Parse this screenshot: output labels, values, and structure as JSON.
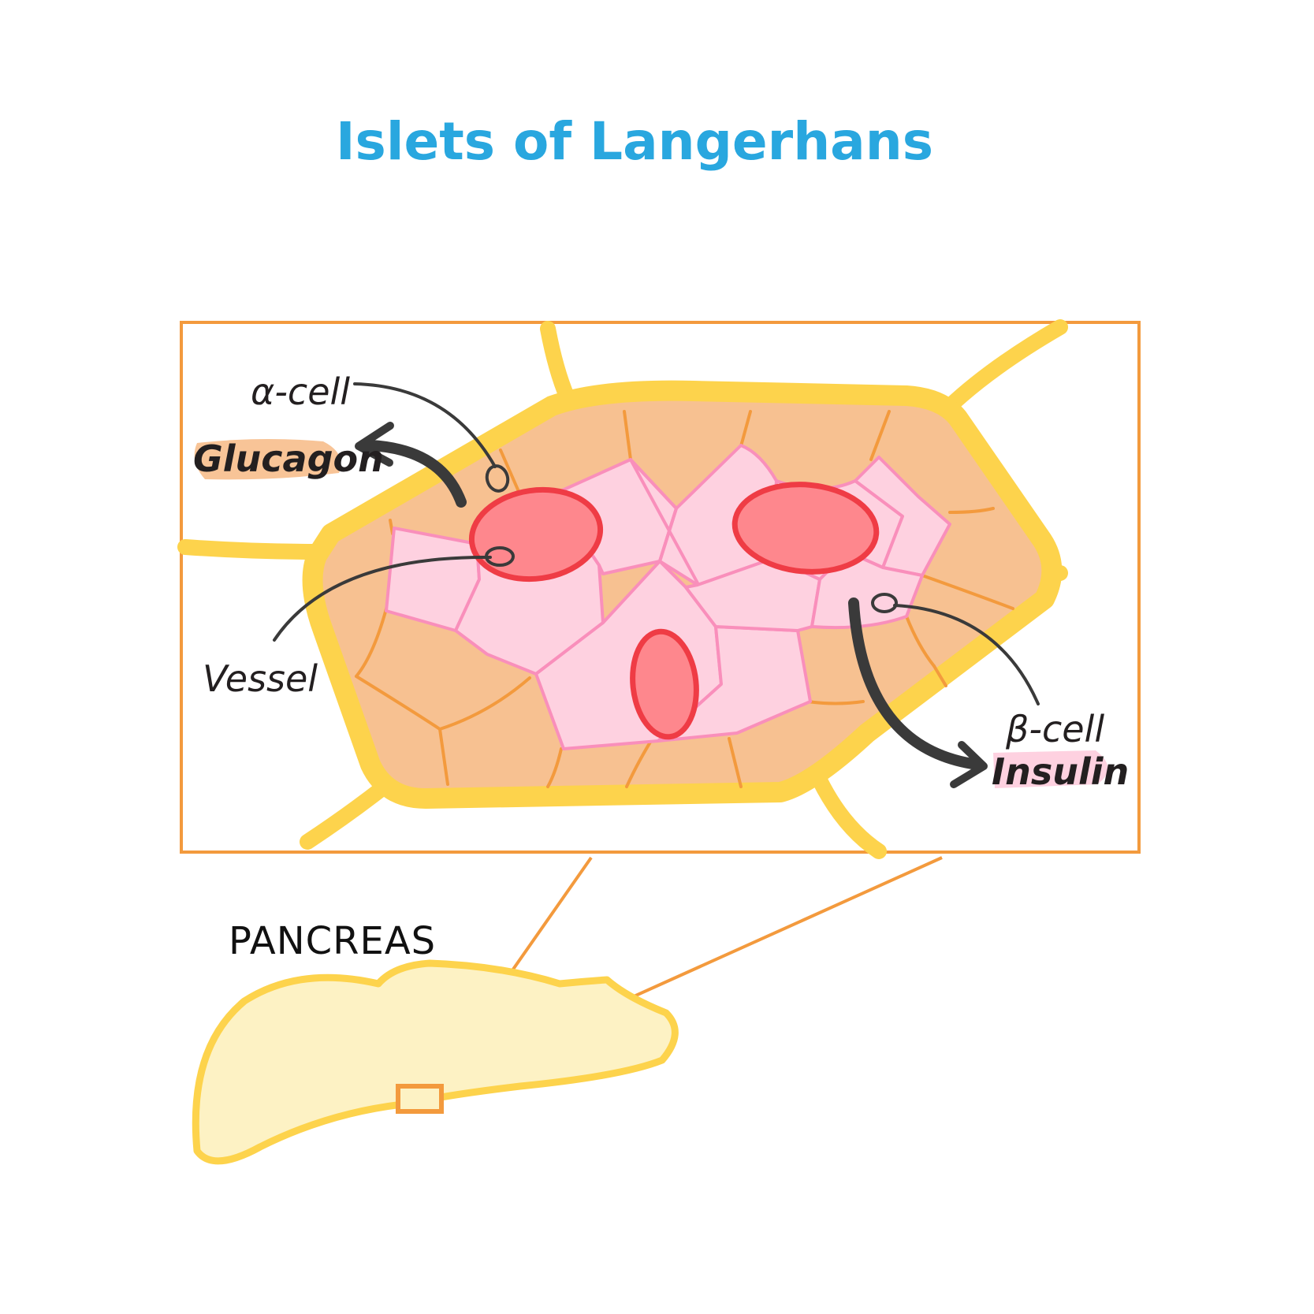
{
  "title": "Islets of Langerhans",
  "labels": {
    "alpha_cell": "α-cell",
    "glucagon": "Glucagon",
    "vessel": "Vessel",
    "beta_cell": "β-cell",
    "insulin": "Insulin",
    "pancreas": "PANCREAS"
  },
  "colors": {
    "title": "#29a7df",
    "frame": "#f39a3d",
    "vessel_yellow": "#fdd34c",
    "islet_fill": "#f7c191",
    "islet_lines": "#f39a3d",
    "pink_cell_fill": "#fed1e0",
    "pink_cell_stroke": "#f98fbb",
    "red_cell_fill": "#fe878d",
    "red_cell_stroke": "#ef3c45",
    "glucagon_highlight": "#f8c497",
    "insulin_highlight": "#fed1e0",
    "pancreas_fill": "#fdf2c4",
    "pancreas_stroke": "#fdd34c",
    "ink": "#3a3a3a"
  }
}
